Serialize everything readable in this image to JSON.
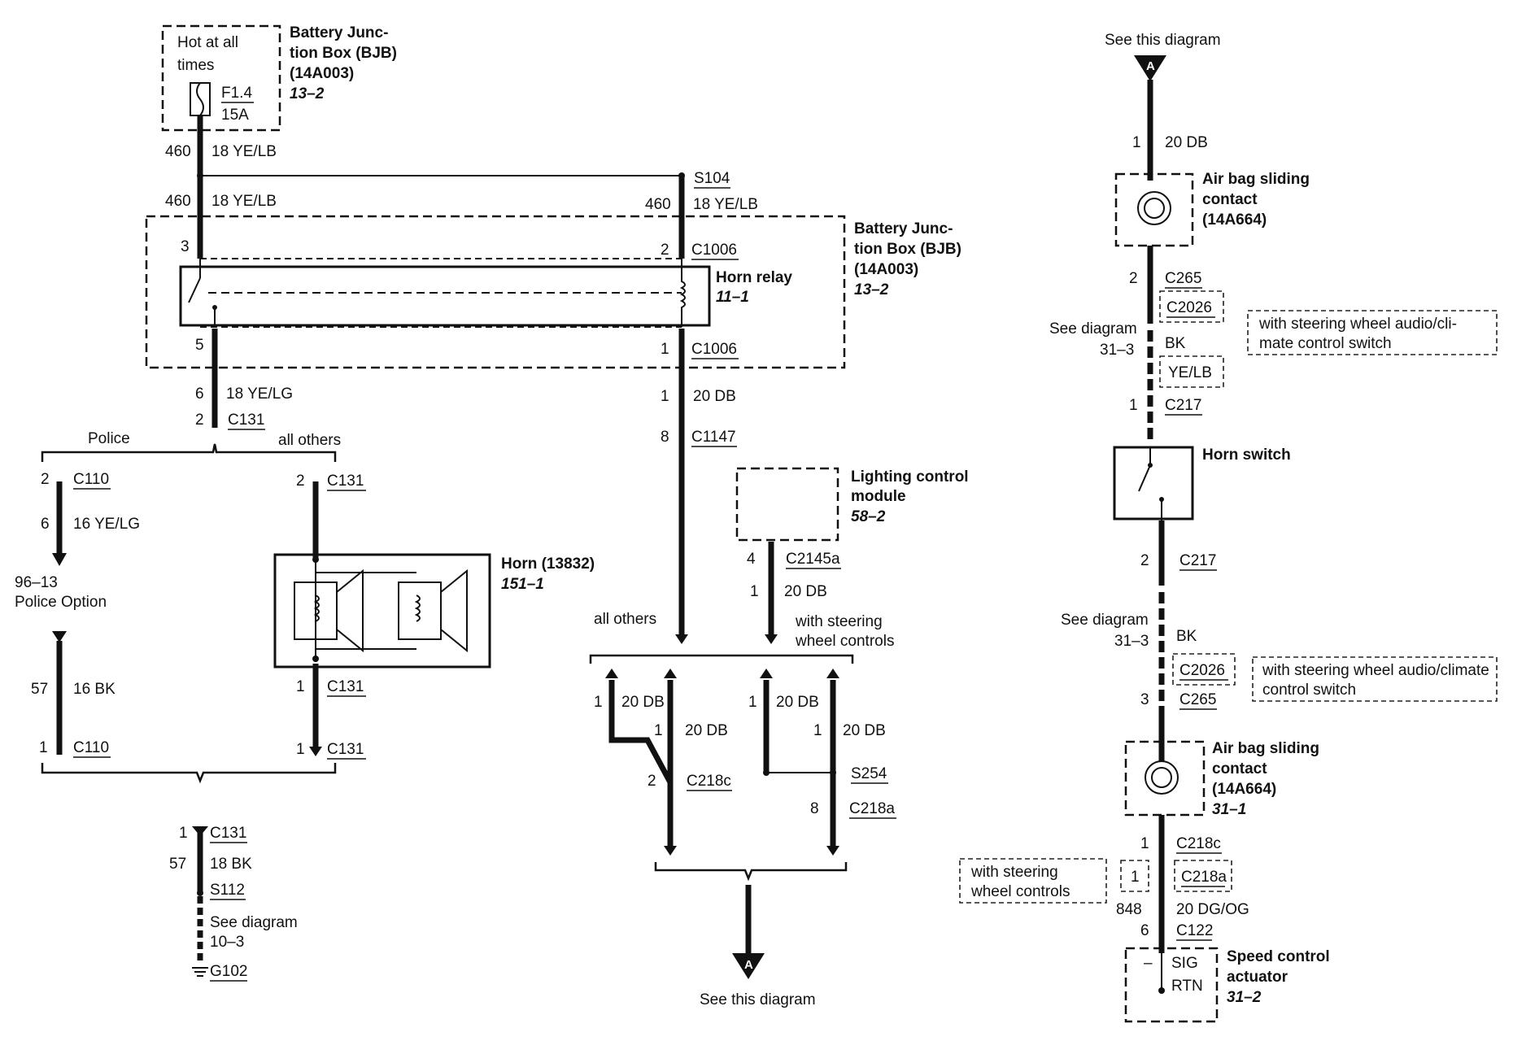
{
  "bjb_fuse": {
    "hot_line1": "Hot at all",
    "hot_line2": "times",
    "fuse_id": "F1.4",
    "fuse_rating": "15A",
    "title_line1": "Battery Junc-",
    "title_line2": "tion Box (BJB)",
    "part_no": "(14A003)",
    "ref": "13–2"
  },
  "feed": {
    "circuit_top": "460",
    "wire_top": "18 YE/LB",
    "circuit_mid": "460",
    "wire_mid": "18 YE/LB",
    "splice": "S104",
    "circuit_right": "460",
    "wire_right": "18 YE/LB"
  },
  "bjb_relay": {
    "title_line1": "Battery Junc-",
    "title_line2": "tion Box (BJB)",
    "part_no": "(14A003)",
    "ref": "13–2",
    "relay_name": "Horn relay",
    "relay_ref": "11–1",
    "pin3": "3",
    "pin2": "2",
    "pin2_conn": "C1006",
    "pin5": "5",
    "pin1": "1",
    "pin1_conn": "C1006"
  },
  "horn_output": {
    "pin6": "6",
    "wire": "18 YE/LG",
    "pin2": "2",
    "conn": "C131",
    "police_label": "Police",
    "others_label": "all others"
  },
  "police_branch": {
    "pin_top": "2",
    "conn_top": "C110",
    "circuit": "6",
    "wire": "16 YE/LG",
    "option_ref": "96–13",
    "option_label": "Police Option",
    "circuit_gnd": "57",
    "wire_gnd": "16 BK",
    "pin_bottom": "1",
    "conn_bottom": "C110"
  },
  "horn": {
    "pin_top": "2",
    "conn_top": "C131",
    "title": "Horn (13832)",
    "ref": "151–1",
    "pin_mid": "1",
    "conn_mid": "C131",
    "pin_bottom": "1",
    "conn_bottom": "C131"
  },
  "ground": {
    "pin": "1",
    "conn": "C131",
    "circuit": "57",
    "wire": "18 BK",
    "splice": "S112",
    "see_line1": "See diagram",
    "see_line2": "10–3",
    "ground_id": "G102"
  },
  "relay_control": {
    "circuit": "1",
    "wire": "20 DB",
    "pin": "8",
    "conn": "C1147",
    "others_label": "all others"
  },
  "lighting": {
    "title_line1": "Lighting control",
    "title_line2": "module",
    "ref": "58–2",
    "pin": "4",
    "conn": "C2145a",
    "circuit": "1",
    "wire": "20 DB",
    "note_line1": "with steering",
    "note_line2": "wheel controls"
  },
  "lower_branches": {
    "b1_circuit": "1",
    "b1_wire": "20 DB",
    "b2_circuit": "1",
    "b2_wire": "20 DB",
    "b3_circuit": "1",
    "b3_wire": "20 DB",
    "b4_circuit": "1",
    "b4_wire": "20 DB",
    "c218c_pin": "2",
    "c218c": "C218c",
    "splice": "S254",
    "c218a_pin": "8",
    "c218a": "C218a",
    "arrow_letter": "A",
    "see_label": "See this diagram"
  },
  "right_column": {
    "see_top": "See this diagram",
    "arrow_letter": "A",
    "pin_top": "1",
    "wire_top": "20 DB",
    "airbag1_line1": "Air bag sliding",
    "airbag1_line2": "contact",
    "airbag1_part": "(14A664)",
    "pin2": "2",
    "c265": "C265",
    "c2026": "C2026",
    "see_diagram": "See diagram",
    "see_ref": "31–3",
    "bk": "BK",
    "yelb": "YE/LB",
    "note1_line1": "with steering wheel audio/cli-",
    "note1_line2": "mate control switch",
    "pin1": "1",
    "c217": "C217",
    "horn_switch": "Horn switch",
    "pin2b": "2",
    "c217b": "C217",
    "see_diagram2": "See diagram",
    "see_ref2": "31–3",
    "bk2": "BK",
    "c2026b": "C2026",
    "note2_line1": "with steering wheel audio/climate",
    "note2_line2": "control switch",
    "pin3": "3",
    "c265b": "C265",
    "airbag2_line1": "Air bag sliding",
    "airbag2_line2": "contact",
    "airbag2_part": "(14A664)",
    "airbag2_ref": "31–1",
    "pin1b": "1",
    "c218c": "C218c",
    "note3_line1": "with steering",
    "note3_line2": "wheel controls",
    "pin_box": "1",
    "c218a": "C218a",
    "circuit_848": "848",
    "wire_dgog": "20 DG/OG",
    "pin6": "6",
    "c122": "C122",
    "minus": "–",
    "sig": "SIG",
    "rtn": "RTN",
    "speed_line1": "Speed control",
    "speed_line2": "actuator",
    "speed_ref": "31–2"
  }
}
